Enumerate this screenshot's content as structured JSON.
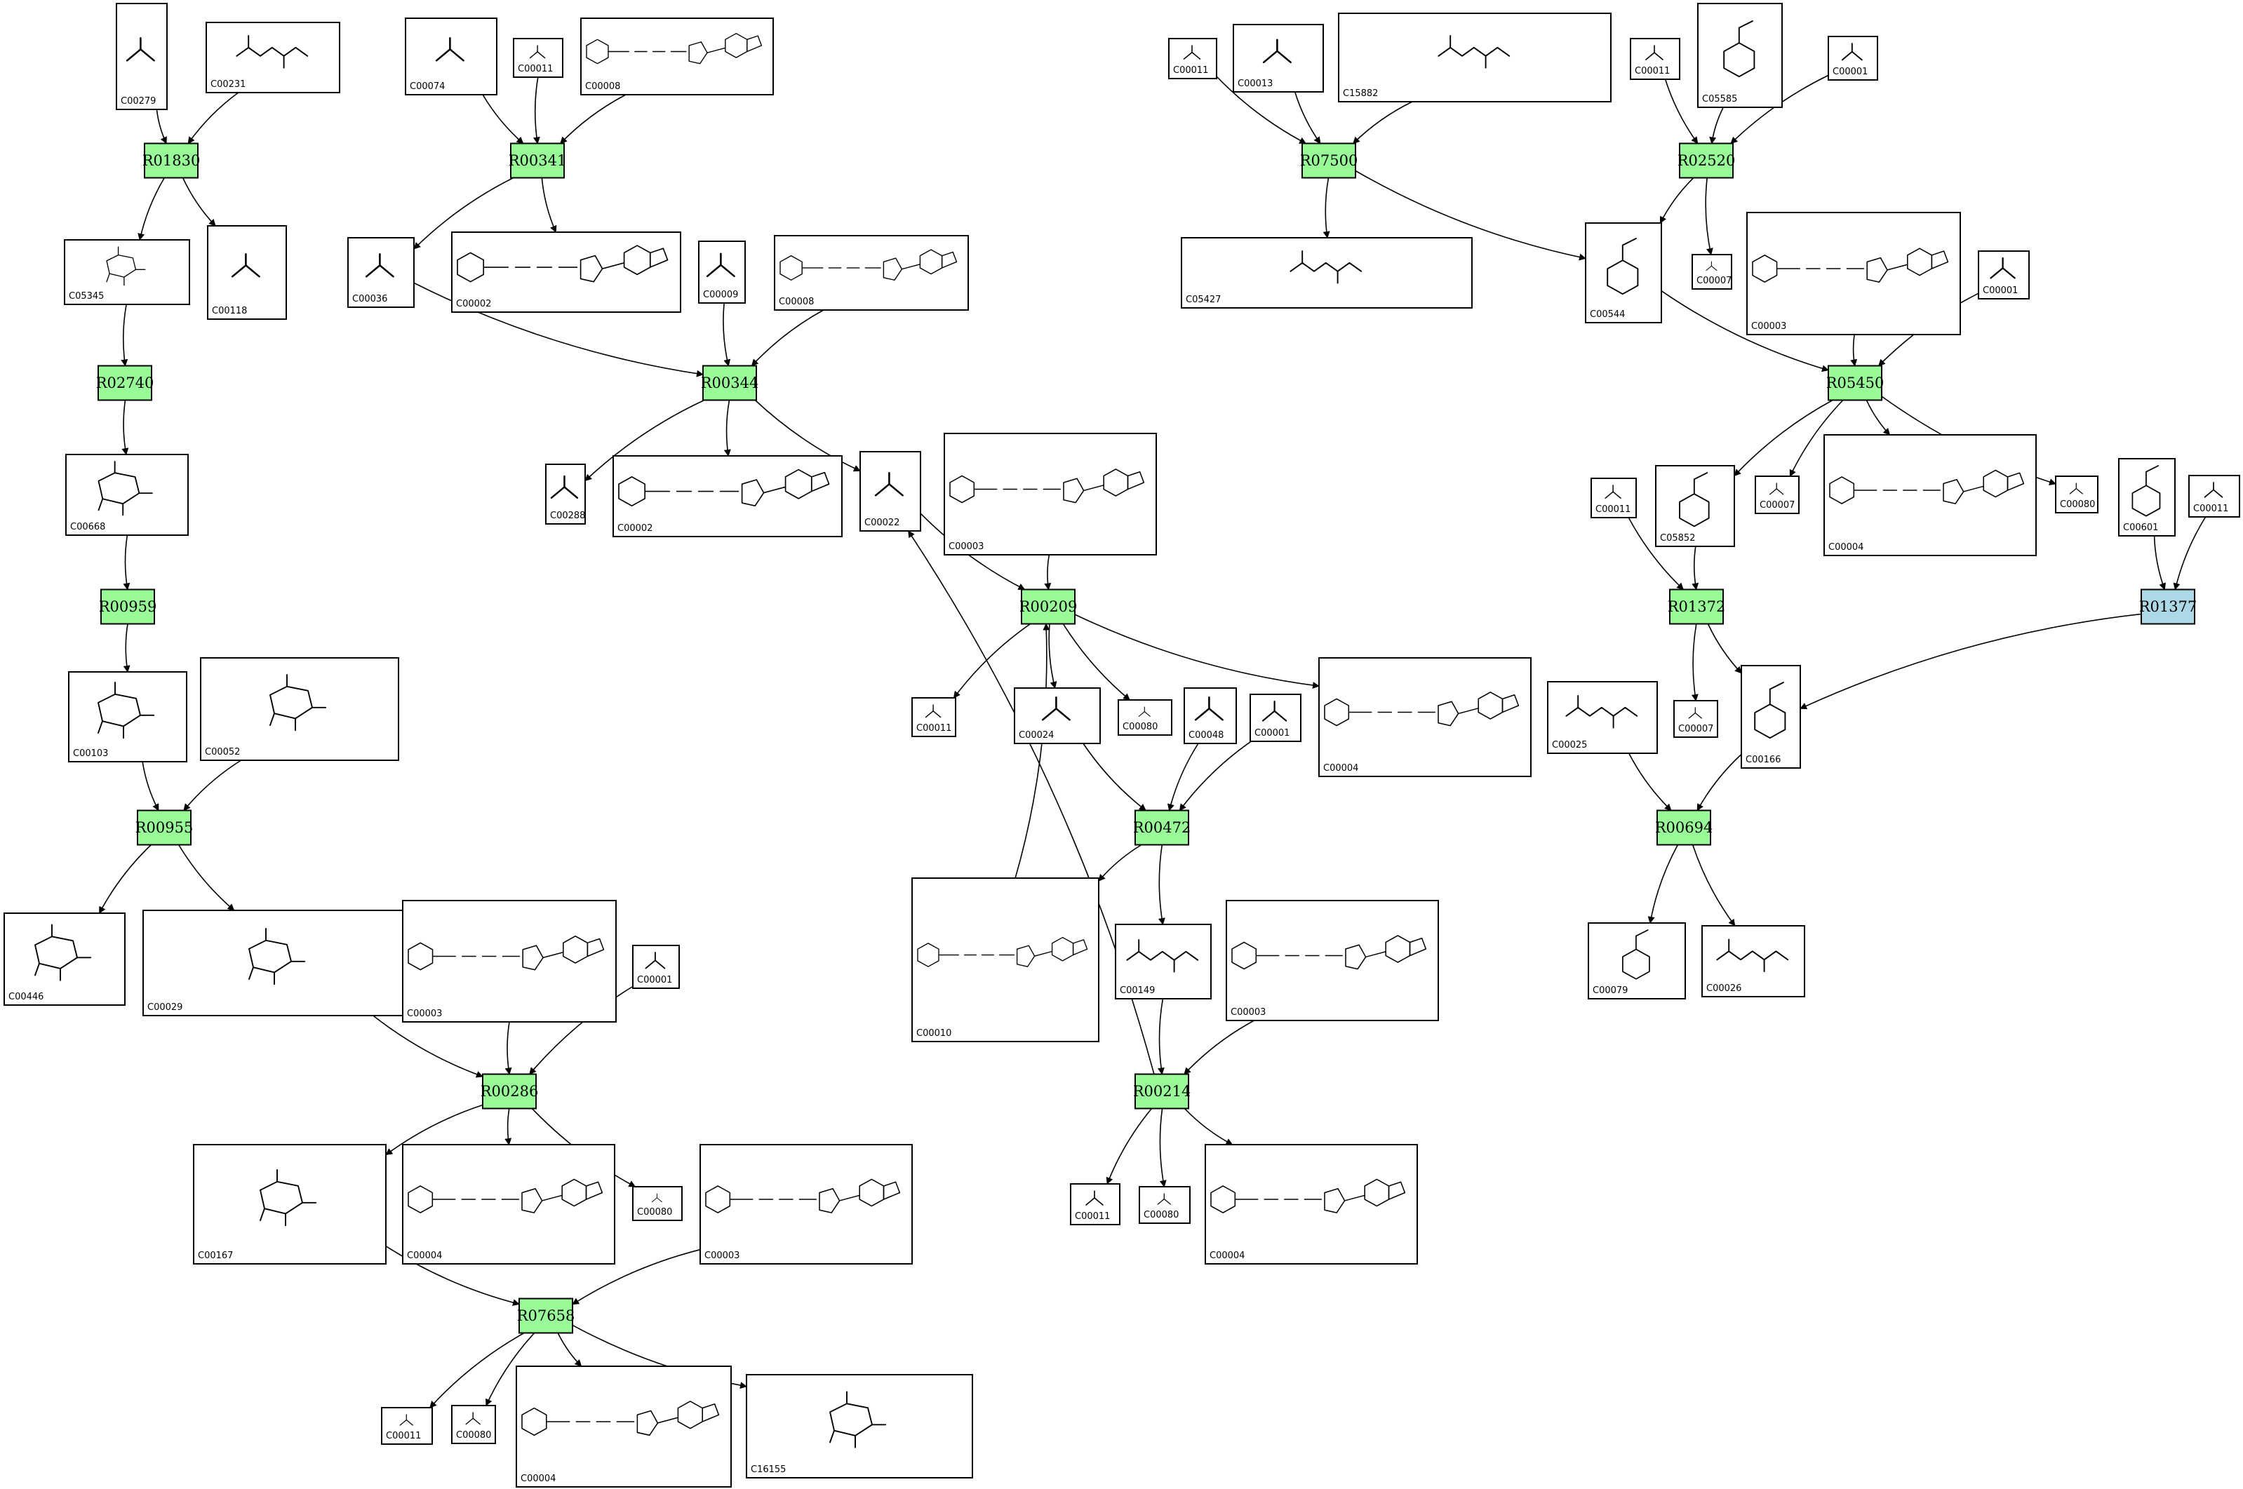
{
  "colors": {
    "reaction_fill": "#98fb98",
    "reaction_alt_fill": "#add8e6",
    "compound_fill": "#ffffff",
    "line": "#000000"
  },
  "compounds": [
    {
      "id": "c_C00279_a",
      "label": "C00279"
    },
    {
      "id": "c_C00231",
      "label": "C00231"
    },
    {
      "id": "c_C00074",
      "label": "C00074"
    },
    {
      "id": "c_C00011_a",
      "label": "C00011"
    },
    {
      "id": "c_C00008_a",
      "label": "C00008"
    },
    {
      "id": "c_C05345",
      "label": "C05345"
    },
    {
      "id": "c_C00118",
      "label": "C00118"
    },
    {
      "id": "c_C00036",
      "label": "C00036"
    },
    {
      "id": "c_C00002_a",
      "label": "C00002"
    },
    {
      "id": "c_C00009",
      "label": "C00009"
    },
    {
      "id": "c_C00008_b",
      "label": "C00008"
    },
    {
      "id": "c_C00668",
      "label": "C00668"
    },
    {
      "id": "c_C00288",
      "label": "C00288"
    },
    {
      "id": "c_C00002_b",
      "label": "C00002"
    },
    {
      "id": "c_C00022",
      "label": "C00022"
    },
    {
      "id": "c_C00003_a",
      "label": "C00003"
    },
    {
      "id": "c_C00103",
      "label": "C00103"
    },
    {
      "id": "c_C00052",
      "label": "C00052"
    },
    {
      "id": "c_C00011_b",
      "label": "C00011"
    },
    {
      "id": "c_C00024",
      "label": "C00024"
    },
    {
      "id": "c_C00080_a",
      "label": "C00080"
    },
    {
      "id": "c_C00048",
      "label": "C00048"
    },
    {
      "id": "c_C00001_a",
      "label": "C00001"
    },
    {
      "id": "c_C00004_a",
      "label": "C00004"
    },
    {
      "id": "c_C00446",
      "label": "C00446"
    },
    {
      "id": "c_C00029",
      "label": "C00029"
    },
    {
      "id": "c_C00003_b",
      "label": "C00003"
    },
    {
      "id": "c_C00001_b",
      "label": "C00001"
    },
    {
      "id": "c_C00010",
      "label": "C00010"
    },
    {
      "id": "c_C00149",
      "label": "C00149"
    },
    {
      "id": "c_C00003_c",
      "label": "C00003"
    },
    {
      "id": "c_C00167",
      "label": "C00167"
    },
    {
      "id": "c_C00004_b",
      "label": "C00004"
    },
    {
      "id": "c_C00080_b",
      "label": "C00080"
    },
    {
      "id": "c_C00003_d",
      "label": "C00003"
    },
    {
      "id": "c_C00011_c",
      "label": "C00011"
    },
    {
      "id": "c_C00080_c",
      "label": "C00080"
    },
    {
      "id": "c_C00004_c",
      "label": "C00004"
    },
    {
      "id": "c_C00011_d",
      "label": "C00011"
    },
    {
      "id": "c_C00080_d",
      "label": "C00080"
    },
    {
      "id": "c_C00004_d",
      "label": "C00004"
    },
    {
      "id": "c_C16155",
      "label": "C16155"
    },
    {
      "id": "c_C00011_e",
      "label": "C00011"
    },
    {
      "id": "c_C00013",
      "label": "C00013"
    },
    {
      "id": "c_C15882",
      "label": "C15882"
    },
    {
      "id": "c_C00011_f",
      "label": "C00011"
    },
    {
      "id": "c_C05585",
      "label": "C05585"
    },
    {
      "id": "c_C00001_c",
      "label": "C00001"
    },
    {
      "id": "c_C05427",
      "label": "C05427"
    },
    {
      "id": "c_C00544",
      "label": "C00544"
    },
    {
      "id": "c_C00007_a",
      "label": "C00007"
    },
    {
      "id": "c_C00003_e",
      "label": "C00003"
    },
    {
      "id": "c_C00001_d",
      "label": "C00001"
    },
    {
      "id": "c_C00011_g",
      "label": "C00011"
    },
    {
      "id": "c_C05852",
      "label": "C05852"
    },
    {
      "id": "c_C00007_b",
      "label": "C00007"
    },
    {
      "id": "c_C00004_e",
      "label": "C00004"
    },
    {
      "id": "c_C00080_e",
      "label": "C00080"
    },
    {
      "id": "c_C00601",
      "label": "C00601"
    },
    {
      "id": "c_C00011_h",
      "label": "C00011"
    },
    {
      "id": "c_C00025",
      "label": "C00025"
    },
    {
      "id": "c_C00007_c",
      "label": "C00007"
    },
    {
      "id": "c_C00166",
      "label": "C00166"
    },
    {
      "id": "c_C00079",
      "label": "C00079"
    },
    {
      "id": "c_C00026",
      "label": "C00026"
    }
  ],
  "reactions": [
    {
      "id": "r_R01830",
      "label": "R01830",
      "alt": false
    },
    {
      "id": "r_R00341",
      "label": "R00341",
      "alt": false
    },
    {
      "id": "r_R02740",
      "label": "R02740",
      "alt": false
    },
    {
      "id": "r_R00344",
      "label": "R00344",
      "alt": false
    },
    {
      "id": "r_R00959",
      "label": "R00959",
      "alt": false
    },
    {
      "id": "r_R00209",
      "label": "R00209",
      "alt": false
    },
    {
      "id": "r_R00955",
      "label": "R00955",
      "alt": false
    },
    {
      "id": "r_R00472",
      "label": "R00472",
      "alt": false
    },
    {
      "id": "r_R00286",
      "label": "R00286",
      "alt": false
    },
    {
      "id": "r_R00214",
      "label": "R00214",
      "alt": false
    },
    {
      "id": "r_R07658",
      "label": "R07658",
      "alt": false
    },
    {
      "id": "r_R07500",
      "label": "R07500",
      "alt": false
    },
    {
      "id": "r_R02520",
      "label": "R02520",
      "alt": false
    },
    {
      "id": "r_R05450",
      "label": "R05450",
      "alt": false
    },
    {
      "id": "r_R01372",
      "label": "R01372",
      "alt": false
    },
    {
      "id": "r_R01377",
      "label": "R01377",
      "alt": true
    },
    {
      "id": "r_R00694",
      "label": "R00694",
      "alt": false
    }
  ],
  "edges": [
    [
      "c_C00279_a",
      "r_R01830"
    ],
    [
      "c_C00231",
      "r_R01830"
    ],
    [
      "r_R01830",
      "c_C05345"
    ],
    [
      "r_R01830",
      "c_C00118"
    ],
    [
      "c_C05345",
      "r_R02740"
    ],
    [
      "r_R02740",
      "c_C00668"
    ],
    [
      "c_C00668",
      "r_R00959"
    ],
    [
      "r_R00959",
      "c_C00103"
    ],
    [
      "c_C00103",
      "r_R00955"
    ],
    [
      "c_C00052",
      "r_R00955"
    ],
    [
      "r_R00955",
      "c_C00446"
    ],
    [
      "r_R00955",
      "c_C00029"
    ],
    [
      "c_C00074",
      "r_R00341"
    ],
    [
      "c_C00011_a",
      "r_R00341"
    ],
    [
      "c_C00008_a",
      "r_R00341"
    ],
    [
      "r_R00341",
      "c_C00036"
    ],
    [
      "r_R00341",
      "c_C00002_a"
    ],
    [
      "c_C00036",
      "r_R00344"
    ],
    [
      "c_C00009",
      "r_R00344"
    ],
    [
      "c_C00008_b",
      "r_R00344"
    ],
    [
      "r_R00344",
      "c_C00288"
    ],
    [
      "r_R00344",
      "c_C00002_b"
    ],
    [
      "r_R00344",
      "c_C00022"
    ],
    [
      "c_C00022",
      "r_R00209"
    ],
    [
      "c_C00003_a",
      "r_R00209"
    ],
    [
      "c_C00010",
      "r_R00209"
    ],
    [
      "r_R00209",
      "c_C00011_b"
    ],
    [
      "r_R00209",
      "c_C00024"
    ],
    [
      "r_R00209",
      "c_C00080_a"
    ],
    [
      "r_R00209",
      "c_C00004_a"
    ],
    [
      "c_C00024",
      "r_R00472"
    ],
    [
      "c_C00048",
      "r_R00472"
    ],
    [
      "c_C00001_a",
      "r_R00472"
    ],
    [
      "r_R00472",
      "c_C00010"
    ],
    [
      "r_R00472",
      "c_C00149"
    ],
    [
      "c_C00149",
      "r_R00214"
    ],
    [
      "c_C00003_c",
      "r_R00214"
    ],
    [
      "r_R00214",
      "c_C00022"
    ],
    [
      "r_R00214",
      "c_C00011_c"
    ],
    [
      "r_R00214",
      "c_C00080_c"
    ],
    [
      "r_R00214",
      "c_C00004_c"
    ],
    [
      "c_C00029",
      "r_R00286"
    ],
    [
      "c_C00003_b",
      "r_R00286"
    ],
    [
      "c_C00001_b",
      "r_R00286"
    ],
    [
      "r_R00286",
      "c_C00167"
    ],
    [
      "r_R00286",
      "c_C00004_b"
    ],
    [
      "r_R00286",
      "c_C00080_b"
    ],
    [
      "c_C00167",
      "r_R07658"
    ],
    [
      "c_C00003_d",
      "r_R07658"
    ],
    [
      "r_R07658",
      "c_C00011_d"
    ],
    [
      "r_R07658",
      "c_C00080_d"
    ],
    [
      "r_R07658",
      "c_C00004_d"
    ],
    [
      "r_R07658",
      "c_C16155"
    ],
    [
      "c_C00011_e",
      "r_R07500"
    ],
    [
      "c_C00013",
      "r_R07500"
    ],
    [
      "c_C15882",
      "r_R07500"
    ],
    [
      "r_R07500",
      "c_C05427"
    ],
    [
      "r_R07500",
      "c_C00544"
    ],
    [
      "c_C00011_f",
      "r_R02520"
    ],
    [
      "c_C05585",
      "r_R02520"
    ],
    [
      "c_C00001_c",
      "r_R02520"
    ],
    [
      "r_R02520",
      "c_C00544"
    ],
    [
      "r_R02520",
      "c_C00007_a"
    ],
    [
      "c_C00544",
      "r_R05450"
    ],
    [
      "c_C00003_e",
      "r_R05450"
    ],
    [
      "c_C00001_d",
      "r_R05450"
    ],
    [
      "r_R05450",
      "c_C05852"
    ],
    [
      "r_R05450",
      "c_C00007_b"
    ],
    [
      "r_R05450",
      "c_C00004_e"
    ],
    [
      "r_R05450",
      "c_C00080_e"
    ],
    [
      "c_C00011_g",
      "r_R01372"
    ],
    [
      "c_C05852",
      "r_R01372"
    ],
    [
      "r_R01372",
      "c_C00007_c"
    ],
    [
      "r_R01372",
      "c_C00166"
    ],
    [
      "c_C00601",
      "r_R01377"
    ],
    [
      "c_C00011_h",
      "r_R01377"
    ],
    [
      "r_R01377",
      "c_C00166"
    ],
    [
      "c_C00025",
      "r_R00694"
    ],
    [
      "c_C00166",
      "r_R00694"
    ],
    [
      "r_R00694",
      "c_C00079"
    ],
    [
      "r_R00694",
      "c_C00026"
    ]
  ]
}
